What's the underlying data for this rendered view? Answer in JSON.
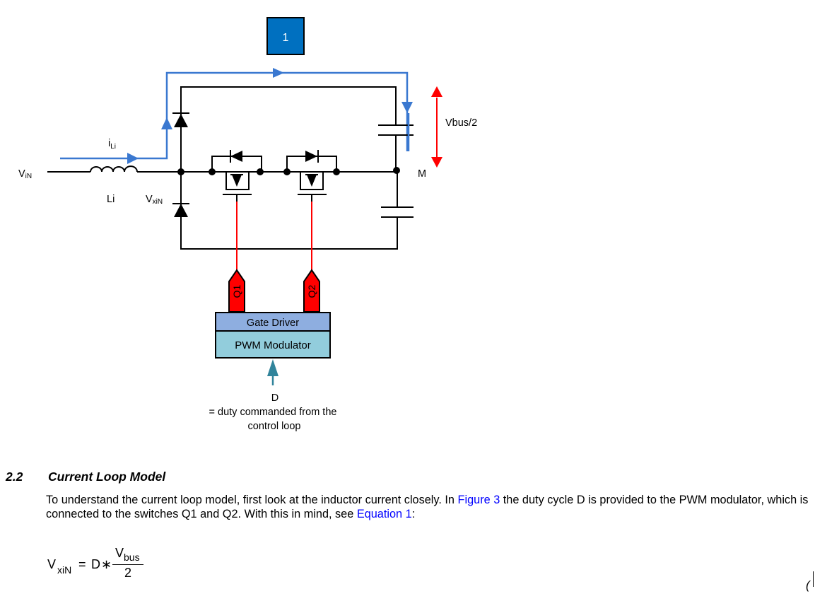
{
  "figure": {
    "callout_number": "1",
    "labels": {
      "vin_main": "V",
      "vin_sub": "iN",
      "inductor_name": "Li",
      "current_main": "i",
      "current_sub": "Li",
      "vxin_main": "V",
      "vxin_sub": "xiN",
      "vbus_half": "Vbus/2",
      "midpoint": "M",
      "gate_q1": "Q1",
      "gate_q2": "Q2",
      "gate_driver": "Gate Driver",
      "pwm_modulator": "PWM Modulator",
      "duty_symbol": "D",
      "duty_desc_line1": "= duty commanded from the",
      "duty_desc_line2": "control loop"
    },
    "colors": {
      "callout_fill": "#0070c0",
      "current_path": "#3a78d0",
      "gate_signal": "#ff0000",
      "gate_driver_fill": "#8eaee0",
      "pwm_fill": "#92cddc",
      "duty_arrow": "#31849b"
    }
  },
  "section": {
    "number": "2.2",
    "title": "Current Loop Model"
  },
  "paragraph": {
    "part1": "To understand the current loop model, first look at the inductor current closely. In ",
    "link1": "Figure 3",
    "part2": " the duty cycle D is provided to the PWM modulator, which is connected to the switches Q1 and Q2. With this in mind, see ",
    "link2": "Equation 1",
    "part3": ":"
  },
  "equation": {
    "lhs_main": "V",
    "lhs_sub": "xiN",
    "equals": "=",
    "d": "D",
    "op": "∗",
    "num_main": "V",
    "num_sub": "bus",
    "denominator": "2",
    "number_partial": "("
  }
}
